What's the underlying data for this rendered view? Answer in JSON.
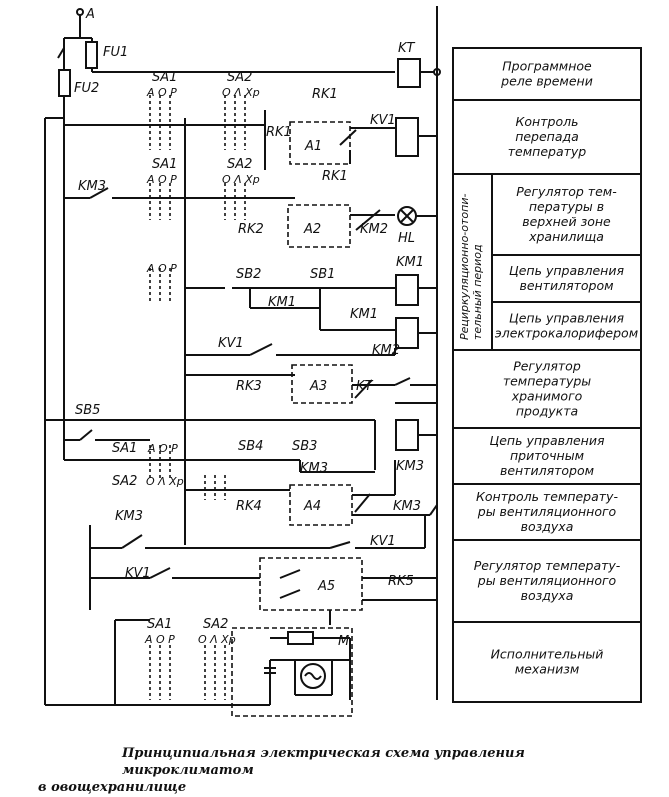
{
  "diagram": {
    "node_labels": {
      "A": "A",
      "FU1": "FU1",
      "FU2": "FU2",
      "KT": "KT",
      "SA1": "SA1",
      "SA2": "SA2",
      "AOP": "A O P",
      "OLXp": "O Λ Xp",
      "RK1": "RK1",
      "KV1": "KV1",
      "A1": "A1",
      "KM3": "KM3",
      "RK2": "RK2",
      "A2": "A2",
      "KM2": "KM2",
      "HL": "HL",
      "SB2": "SB2",
      "SB1": "SB1",
      "KM1": "KM1",
      "RK3": "RK3",
      "A3": "A3",
      "SB5": "SB5",
      "SB4": "SB4",
      "SB3": "SB3",
      "RK4": "RK4",
      "A4": "A4",
      "A5": "A5",
      "RK5": "RK5",
      "M": "M"
    }
  },
  "legend": {
    "rows": [
      "Программное\nреле времени",
      "Контроль\nперепада\nтемператур",
      "Регулятор тем-\nпературы в\nверхней зоне\nхранилища",
      "Цепь управления\nвентилятором",
      "Цепь управления\nэлектрокалорифером",
      "Регулятор\nтемпературы\nхранимого\nпродукта",
      "Цепь управления\nприточным\nвентилятором",
      "Контроль температу-\nры вентиляционного\nвоздуха",
      "Регулятор температу-\nры вентиляционного\nвоздуха",
      "Исполнительный\nмеханизм"
    ],
    "group_label": "Рециркуляционно-отопи-\nтельный период"
  },
  "caption": {
    "line1": "Принципиальная электрическая схема управления микроклиматом",
    "line2": "в овощехранилище"
  }
}
